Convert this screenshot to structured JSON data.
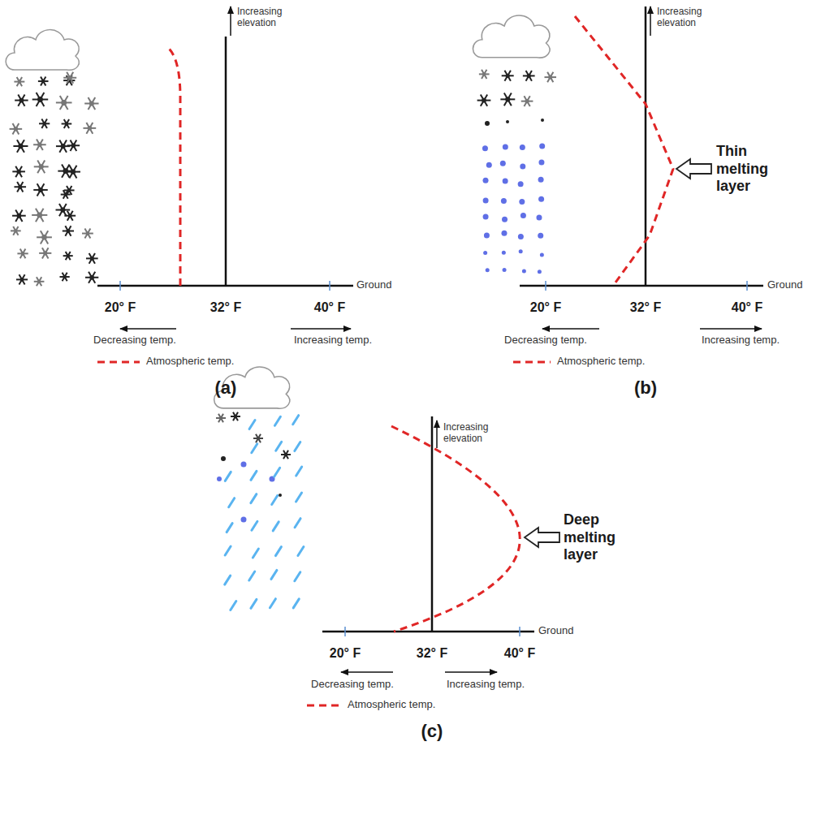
{
  "diagram": {
    "labels": [
      "Increasing elevation",
      "Ground",
      "20° F",
      "32° F",
      "40° F",
      "Decreasing temp.",
      "Increasing temp.",
      "Atmospheric temp.",
      "(a)",
      "Increasing elevation",
      "Ground",
      "20° F",
      "32° F",
      "40° F",
      "Decreasing temp.",
      "Increasing temp.",
      "Atmospheric temp.",
      "(b)",
      "Increasing elevation",
      "Ground",
      "20° F",
      "32° F",
      "40° F",
      "Decreasing temp.",
      "Increasing temp.",
      "Atmospheric temp.",
      "(c)",
      "Thin melting layer",
      "Deep melting layer"
    ]
  }
}
